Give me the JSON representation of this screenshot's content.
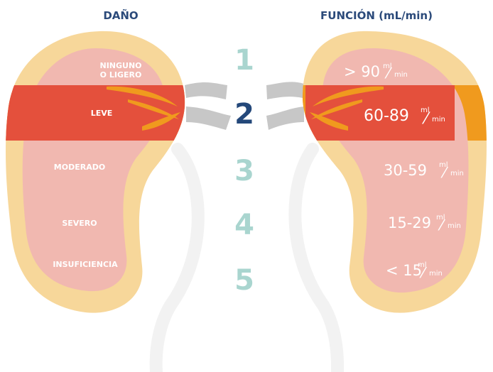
{
  "headers": {
    "damage": "DAÑO",
    "function": "FUNCIÓN (mL/min)"
  },
  "stages": [
    {
      "number": "1",
      "damage_lines": [
        "NINGUNO",
        "O LIGERO"
      ],
      "value": "> 90",
      "highlighted": false
    },
    {
      "number": "2",
      "damage_lines": [
        "LEVE"
      ],
      "value": "60-89",
      "highlighted": true
    },
    {
      "number": "3",
      "damage_lines": [
        "MODERADO"
      ],
      "value": "30-59",
      "highlighted": false
    },
    {
      "number": "4",
      "damage_lines": [
        "SEVERO"
      ],
      "value": "15-29",
      "highlighted": false
    },
    {
      "number": "5",
      "damage_lines": [
        "INSUFICIENCIA"
      ],
      "value": "< 15",
      "highlighted": false
    }
  ],
  "unit": {
    "numerator": "ml",
    "separator": "⁄",
    "denominator": "min"
  },
  "colors": {
    "kidney_outer": "#f7d79a",
    "kidney_inner": "#f1b8b0",
    "band_outer": "#f09a1e",
    "band_inner": "#e4503c",
    "number_default": "#a9d5cf",
    "number_highlight": "#24487a",
    "tube": "#c7c7c7"
  }
}
